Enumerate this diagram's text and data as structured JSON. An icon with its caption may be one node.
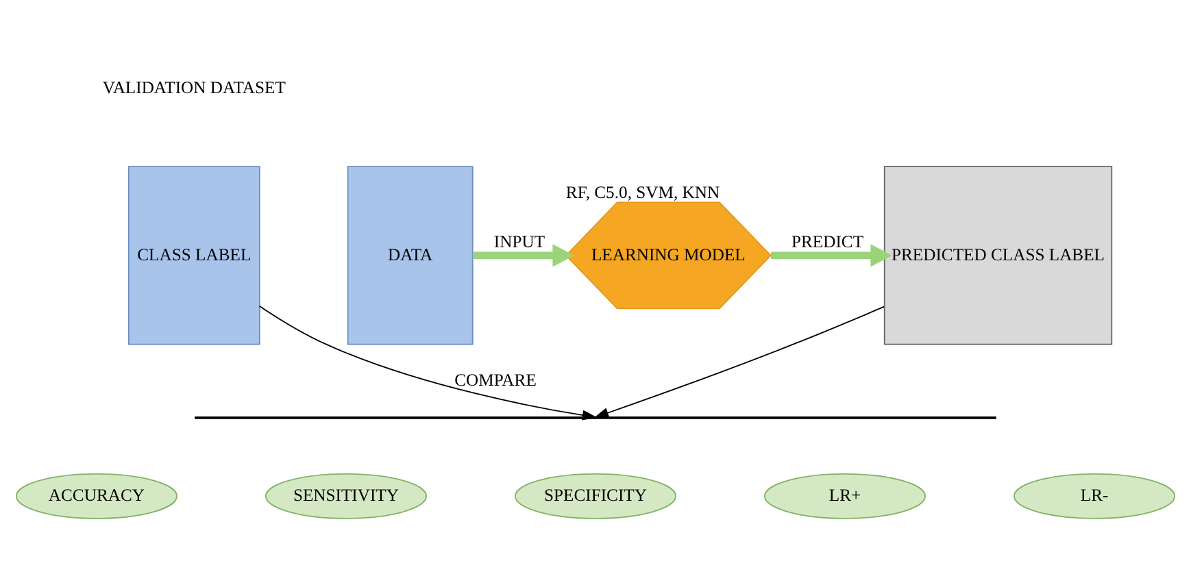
{
  "diagram": {
    "nodes": [
      {
        "text": [
          "CLASS LABEL"
        ]
      },
      {
        "text": [
          "DATA"
        ]
      },
      {
        "text": [
          "LEARNING MODEL"
        ],
        "beside": [
          "RF, C5.0, SVM, KNN"
        ]
      },
      {
        "text": [
          "PREDICTED CLASS LABEL"
        ]
      },
      {
        "text": [],
        "shape": "bar"
      },
      {
        "text": [
          "ACCURACY"
        ]
      },
      {
        "text": [
          "SENSITIVITY"
        ]
      },
      {
        "text": [
          "SPECIFICITY"
        ]
      },
      {
        "text": [
          "LR+"
        ]
      },
      {
        "text": [
          "LR-"
        ]
      }
    ],
    "edges": [
      {
        "from": 1,
        "to": 2,
        "arrow": "to",
        "label": "INPUT",
        "style": "thick",
        "color": "#9bd37a"
      },
      {
        "from": 2,
        "to": 3,
        "arrow": "to",
        "label": "PREDICT",
        "style": "thick",
        "color": "#9bd37a"
      },
      {
        "from": 0,
        "to": 4,
        "arrow": "to",
        "label": "COMPARE",
        "color": "#000000"
      },
      {
        "from": 3,
        "to": 4,
        "arrow": "to",
        "color": "#000000"
      }
    ],
    "labels": [
      "VALIDATION DATASET"
    ]
  }
}
